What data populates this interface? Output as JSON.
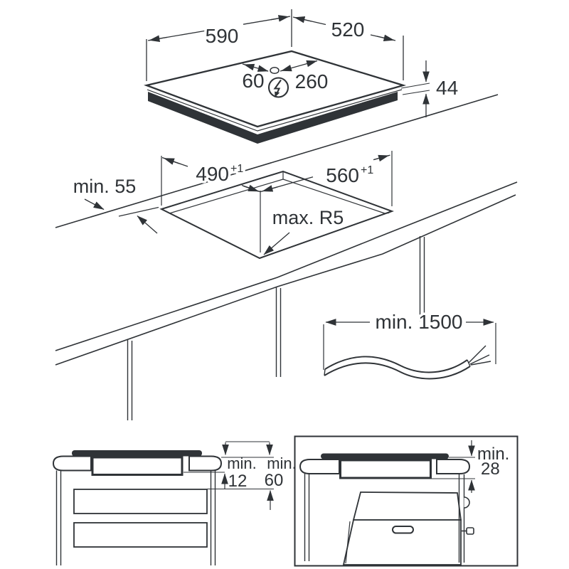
{
  "colors": {
    "background": "#ffffff",
    "line": "#2f3337"
  },
  "hob_top_view": {
    "width": "590",
    "depth": "520",
    "cable_left_offset": "60",
    "cable_right_offset": "260",
    "height": "44",
    "power_symbol_icon": "lightning-bolt"
  },
  "worktop_cutout_view": {
    "cutout_depth": "490",
    "cutout_depth_tol": "+1",
    "cutout_width": "560",
    "cutout_width_tol": "+1",
    "rear_clearance": "min. 55",
    "corner_radius": "max. R5"
  },
  "mains_cable": {
    "length": "min. 1500"
  },
  "drawer_installation_view": {
    "gap_prefix": "min.",
    "gap_value": "12",
    "depth_prefix": "min.",
    "depth_value": "60"
  },
  "oven_installation_view": {
    "gap_prefix": "min.",
    "gap_value": "28"
  }
}
